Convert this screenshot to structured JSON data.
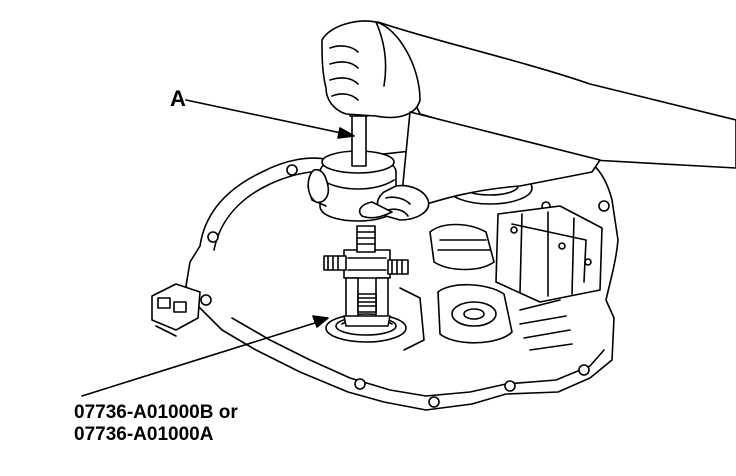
{
  "callouts": {
    "a": "A",
    "tool_line1": "07736-A01000B or",
    "tool_line2": "07736-A01000A"
  },
  "colors": {
    "line": "#000000",
    "fill": "#ffffff"
  }
}
